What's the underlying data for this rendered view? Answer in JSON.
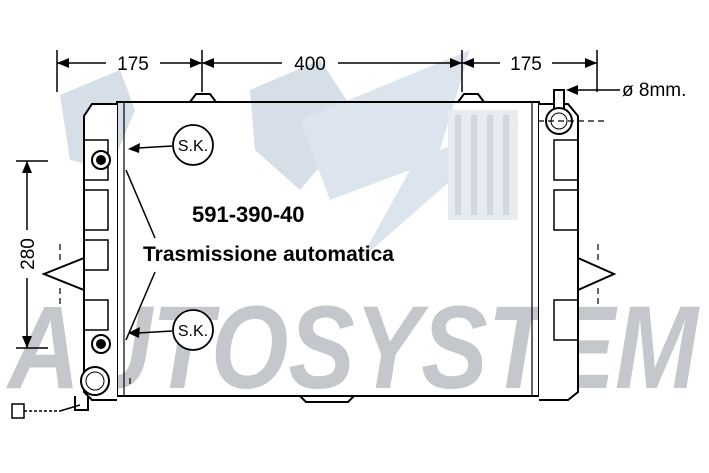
{
  "dimensions": {
    "left_width": "175",
    "core_width": "400",
    "right_width": "175",
    "height": "280",
    "pipe_diameter": "ø 8mm."
  },
  "callouts": {
    "top_plug": "S.K.",
    "bottom_plug": "S.K."
  },
  "part": {
    "code": "591-390-40",
    "description": "Trasmissione automatica"
  },
  "watermark": {
    "text": "AUTOSYSTEM"
  },
  "colors": {
    "line": "#000000",
    "watermark": "#c4c8cc",
    "watermark_light": "#d6e0ea"
  }
}
